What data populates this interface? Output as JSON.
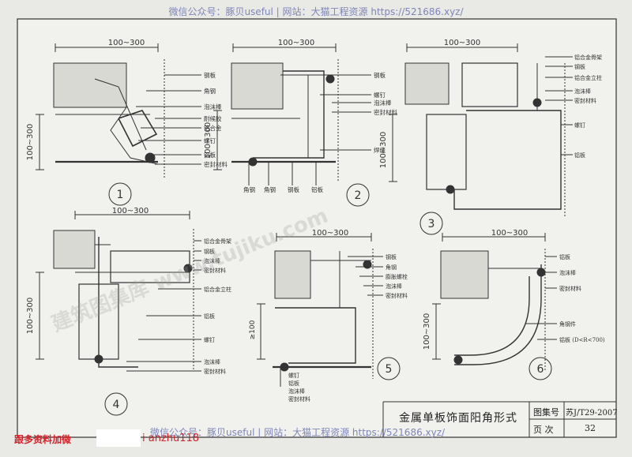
{
  "watermark": {
    "top": "微信公众号：豚贝useful | 网站：大猫工程资源 https://521686.xyz/",
    "bottom": "微信公众号：豚贝useful | 网站：大猫工程资源 https://521686.xyz/",
    "red_left": "跟多资料加微",
    "red_right": "i anzhu118",
    "diagonal": "建筑图集库 www.tujiku.com"
  },
  "title_block": {
    "title": "金属单板饰面阳角形式",
    "atlas_label": "图集号",
    "atlas_no": "苏J/T29-2007",
    "page_label": "页  次",
    "page_no": "32"
  },
  "details": [
    {
      "number": "1",
      "dim_h": "100~300",
      "dim_v": "100~300",
      "labels": [
        "钢板",
        "角钢",
        "泡沫棒",
        "耐候胶",
        "铝合金",
        "螺钉",
        "铝板",
        "密封材料"
      ]
    },
    {
      "number": "2",
      "dim_h": "100~300",
      "dim_v": "100~300",
      "labels": [
        "钢板",
        "螺钉",
        "泡沫棒",
        "密封材料",
        "焊缝"
      ],
      "bottom_labels": [
        "角钢",
        "角钢",
        "钢板",
        "铝板"
      ]
    },
    {
      "number": "3",
      "dim_h": "100~300",
      "dim_v": "100~300",
      "labels": [
        "铝合金骨架",
        "钢板",
        "铝合金立柱",
        "泡沫棒",
        "密封材料",
        "螺钉",
        "铝板"
      ]
    },
    {
      "number": "4",
      "dim_h": "100~300",
      "dim_v": "100~300",
      "labels": [
        "铝合金骨架",
        "钢板",
        "泡沫棒",
        "密封材料",
        "铝合金立柱",
        "铝板",
        "螺钉",
        "泡沫棒",
        "密封材料"
      ]
    },
    {
      "number": "5",
      "dim_h": "100~300",
      "dim_v": "≥100",
      "labels": [
        "钢板",
        "角钢",
        "膨胀螺栓",
        "泡沫棒",
        "密封材料",
        "螺钉",
        "铝板",
        "泡沫棒",
        "密封材料"
      ]
    },
    {
      "number": "6",
      "dim_h": "100~300",
      "dim_v": "100~300",
      "labels": [
        "铝板",
        "泡沫棒",
        "密封材料",
        "角钢件",
        "铝板 (D<R<700)"
      ]
    }
  ]
}
